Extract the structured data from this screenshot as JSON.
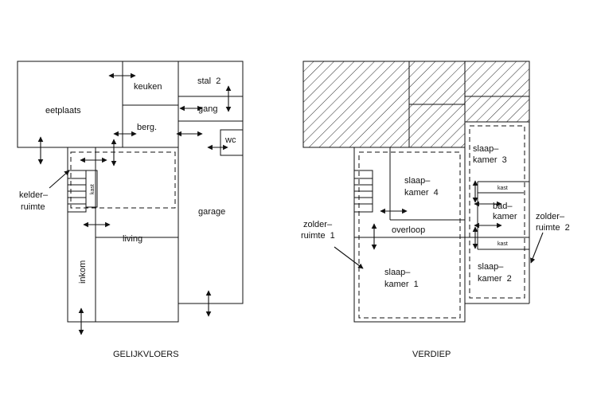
{
  "ground_floor": {
    "caption": "GELIJKVLOERS",
    "rooms": {
      "eetplaats": "eetplaats",
      "keuken": "keuken",
      "stal": "stal  2",
      "gang": "gang",
      "berg": "berg.",
      "wc": "wc",
      "kelder_1": "kelder–",
      "kelder_2": "ruimte",
      "kast": "kast",
      "living": "living",
      "garage": "garage",
      "inkom": "inkom"
    }
  },
  "upper_floor": {
    "caption": "VERDIEP",
    "rooms": {
      "slaapkamer3_1": "slaap–",
      "slaapkamer3_2": "kamer  3",
      "slaapkamer4_1": "slaap–",
      "slaapkamer4_2": "kamer  4",
      "kast_top": "kast",
      "badkamer_1": "bad–",
      "badkamer_2": "kamer",
      "kast_bottom": "kast",
      "overloop": "overloop",
      "zolder1_1": "zolder–",
      "zolder1_2": "ruimte  1",
      "zolder2_1": "zolder–",
      "zolder2_2": "ruimte  2",
      "slaapkamer1_1": "slaap–",
      "slaapkamer1_2": "kamer  1",
      "slaapkamer2_1": "slaap–",
      "slaapkamer2_2": "kamer  2"
    }
  }
}
